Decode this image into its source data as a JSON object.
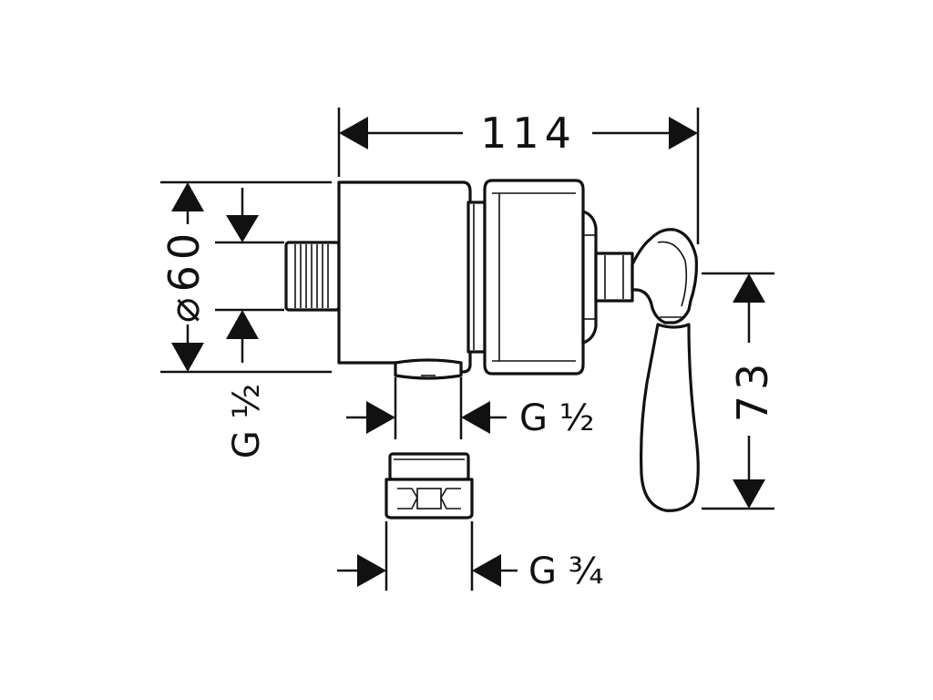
{
  "dimensions": {
    "width_total": "114",
    "diameter_symbol": "⌀",
    "diameter_value": "60",
    "height_handle": "73",
    "thread_left": "G ½",
    "thread_bottom_outlet": "G ½",
    "thread_adapter": "G ¾"
  }
}
